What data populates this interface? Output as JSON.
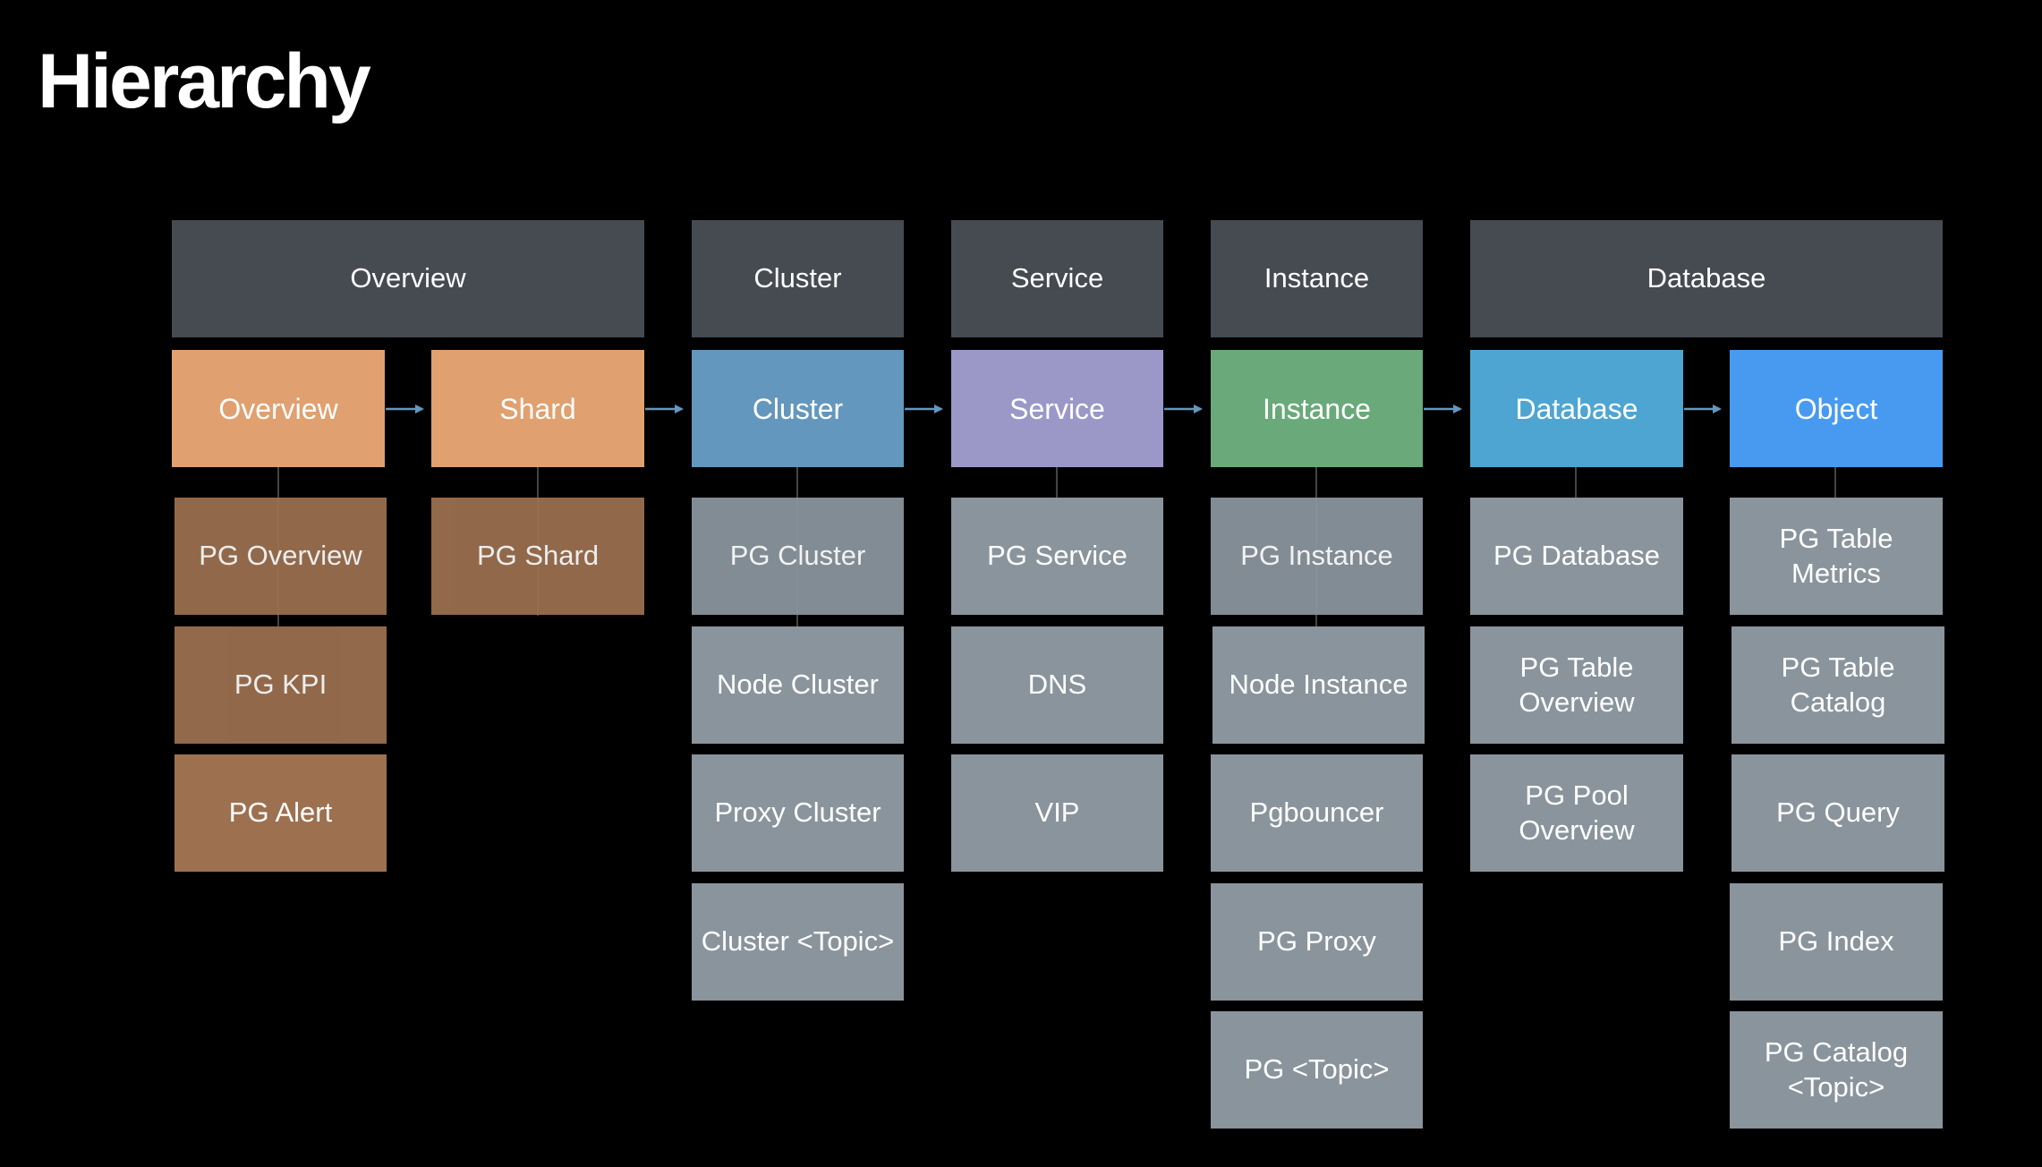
{
  "title": "Hierarchy",
  "headers": [
    "Overview",
    "Cluster",
    "Service",
    "Instance",
    "Database"
  ],
  "levels": [
    "Overview",
    "Shard",
    "Cluster",
    "Service",
    "Instance",
    "Database",
    "Object"
  ],
  "dashboards": {
    "overview": [
      "PG Overview",
      "PG KPI",
      "PG Alert"
    ],
    "shard": [
      "PG Shard"
    ],
    "cluster": [
      "PG Cluster",
      "Node Cluster",
      "Proxy Cluster",
      "Cluster <Topic>"
    ],
    "service": [
      "PG Service",
      "DNS",
      "VIP"
    ],
    "instance": [
      "PG Instance",
      "Node Instance",
      "Pgbouncer",
      "PG Proxy",
      "PG <Topic>"
    ],
    "database": [
      "PG Database",
      "PG Table Overview",
      "PG Pool Overview"
    ],
    "object": [
      "PG Table Metrics",
      "PG Table Catalog",
      "PG Query",
      "PG Index",
      "PG Catalog <Topic>"
    ]
  },
  "colors": {
    "header": "#464b51",
    "overview": "#e0a070",
    "shard": "#e0a070",
    "cluster": "#6497bd",
    "service": "#9b98c8",
    "instance": "#6aa979",
    "database": "#4ea5d1",
    "object": "#479af0",
    "overview_children": "#9d7150",
    "other_children": "#8a949c",
    "arrow": "#6497bd"
  }
}
